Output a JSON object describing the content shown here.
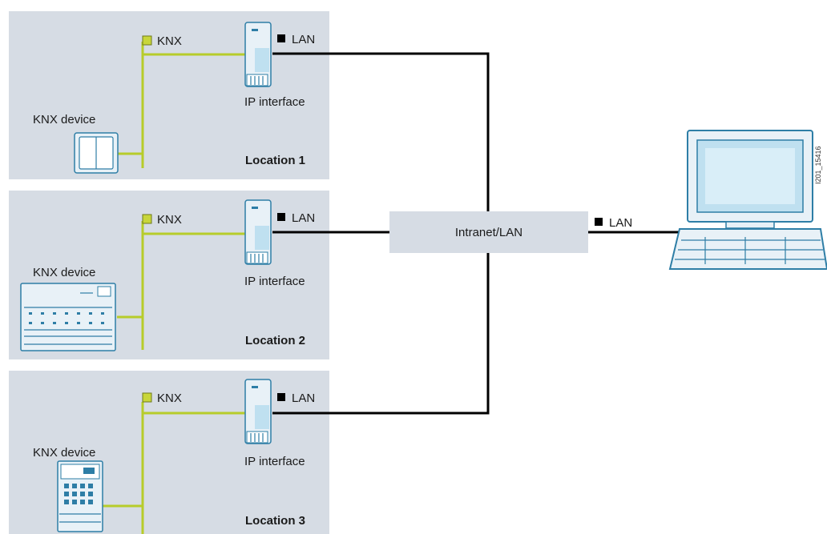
{
  "locations": [
    {
      "title": "Location 1",
      "device_label": "KNX device",
      "knx_label": "KNX",
      "lan_label": "LAN",
      "interface_label": "IP interface",
      "device_icon": "switch-icon"
    },
    {
      "title": "Location 2",
      "device_label": "KNX device",
      "knx_label": "KNX",
      "lan_label": "LAN",
      "interface_label": "IP interface",
      "device_icon": "actuator-icon"
    },
    {
      "title": "Location 3",
      "device_label": "KNX device",
      "knx_label": "KNX",
      "lan_label": "LAN",
      "interface_label": "IP interface",
      "device_icon": "controller-icon"
    }
  ],
  "network": {
    "label": "Intranet/LAN"
  },
  "pc": {
    "lan_label": "LAN",
    "icon": "computer-icon"
  },
  "figure_id": "I201_15416",
  "colors": {
    "knx_bus": "#b7cc2a",
    "lan_cable": "#000000",
    "location_bg": "#d6dce4",
    "network_bg": "#d6dce4",
    "device_blue": "#2e7ea6",
    "knx_marker": "#c8d63a"
  }
}
